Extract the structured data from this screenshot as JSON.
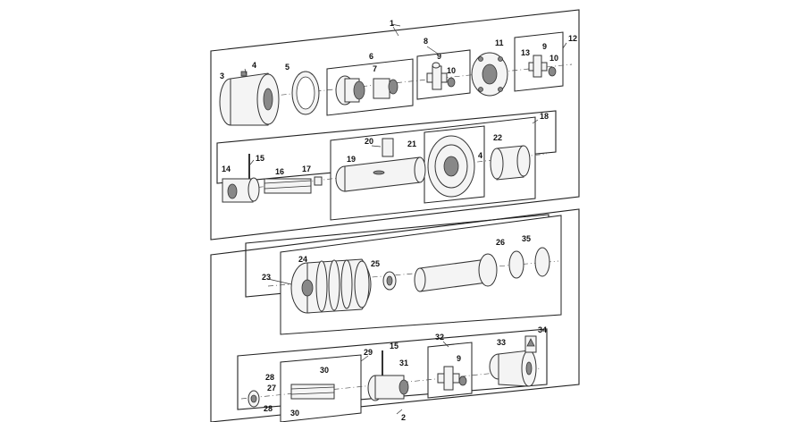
{
  "assembly_labels": {
    "top_assembly": "1",
    "bottom_assembly": "2"
  },
  "part_labels": {
    "p3": "3",
    "p4a": "4",
    "p5": "5",
    "p6": "6",
    "p7": "7",
    "p8": "8",
    "p9a": "9",
    "p10a": "10",
    "p11": "11",
    "p12": "12",
    "p13": "13",
    "p9b": "9",
    "p10b": "10",
    "p14": "14",
    "p15a": "15",
    "p16": "16",
    "p17": "17",
    "p18": "18",
    "p19": "19",
    "p20": "20",
    "p21": "21",
    "p4b": "4",
    "p22": "22",
    "p23": "23",
    "p24": "24",
    "p25": "25",
    "p26": "26",
    "p35": "35",
    "p28a": "28",
    "p27": "27",
    "p28b": "28",
    "p29": "29",
    "p30a": "30",
    "p30b": "30",
    "p15b": "15",
    "p31": "31",
    "p32": "32",
    "p9c": "9",
    "p33": "33",
    "p34": "34"
  }
}
